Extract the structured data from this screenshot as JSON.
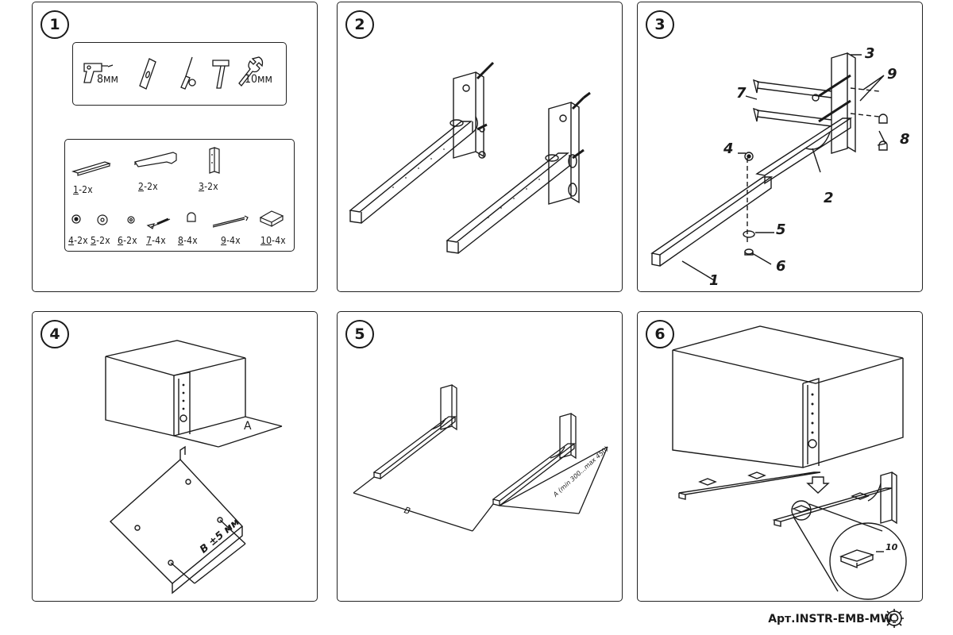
{
  "steps": {
    "s1": "1",
    "s2": "2",
    "s3": "3",
    "s4": "4",
    "s5": "5",
    "s6": "6"
  },
  "tools": {
    "drill_size": "8мм",
    "wrench_size": "10мм"
  },
  "parts": [
    {
      "num": "1",
      "qty": "-2x"
    },
    {
      "num": "2",
      "qty": "-2x"
    },
    {
      "num": "3",
      "qty": "-2x"
    },
    {
      "num": "4",
      "qty": "-2x"
    },
    {
      "num": "5",
      "qty": "-2x"
    },
    {
      "num": "6",
      "qty": "-2x"
    },
    {
      "num": "7",
      "qty": "-4x"
    },
    {
      "num": "8",
      "qty": "-4x"
    },
    {
      "num": "9",
      "qty": "-4x"
    },
    {
      "num": "10",
      "qty": "-4x"
    }
  ],
  "callouts": {
    "c1": "1",
    "c2": "2",
    "c3": "3",
    "c4": "4",
    "c5": "5",
    "c6": "6",
    "c7": "7",
    "c8": "8",
    "c9": "9",
    "c10": "10"
  },
  "dimensions": {
    "a": "A",
    "b_tolerance": "B ±5 мм",
    "b": "B",
    "a_range": "A (min 300...max 450)"
  },
  "article": "Арт.INSTR-EMB-MW",
  "colors": {
    "line": "#1a1a1a",
    "background": "#ffffff"
  },
  "icons": [
    "drill-icon",
    "level-icon",
    "screwdriver-icon",
    "hammer-icon",
    "wrench-icon",
    "gear-lightbulb-icon"
  ]
}
